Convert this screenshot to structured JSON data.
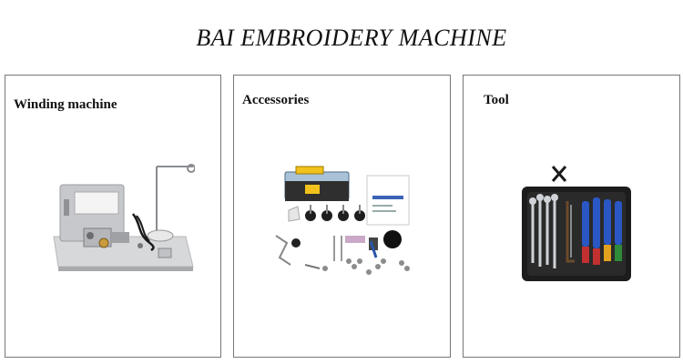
{
  "page": {
    "title": "BAI  EMBROIDERY MACHINE"
  },
  "panels": [
    {
      "label": "Winding machine",
      "image": "winding-machine-photo"
    },
    {
      "label": "Accessories",
      "image": "accessories-photo"
    },
    {
      "label": "Tool",
      "image": "tool-kit-photo"
    }
  ]
}
